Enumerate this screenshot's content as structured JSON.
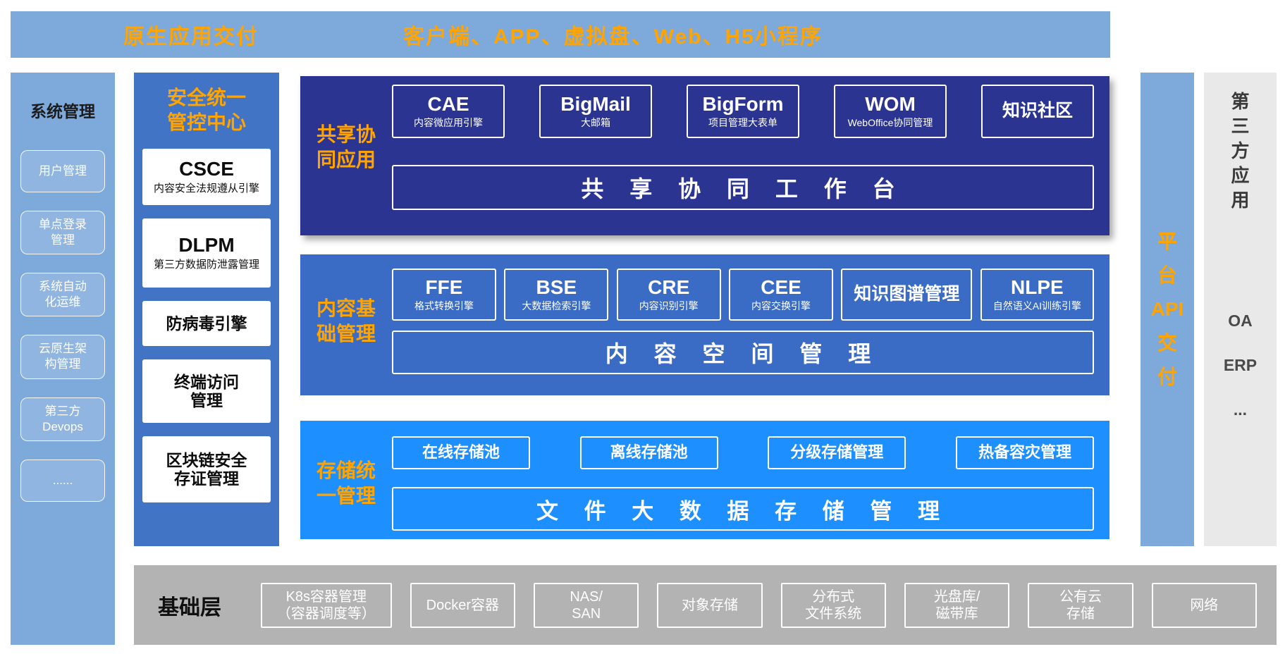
{
  "colors": {
    "light_blue": "#7EA9DB",
    "mid_blue": "#4274C5",
    "navy": "#2B3490",
    "panel_blue": "#3B6CC5",
    "bright_blue": "#1E8FFE",
    "orange": "#FFA400",
    "gray_panel": "#E9E9E9",
    "base_gray": "#B3B3B3"
  },
  "top_bar": {
    "left_label": "原生应用交付",
    "right_label": "客户端、APP、虚拟盘、Web、H5小程序"
  },
  "system_management": {
    "title": "系统管理",
    "items": [
      "用户管理",
      "单点登录\n管理",
      "系统自动\n化运维",
      "云原生架\n构管理",
      "第三方\nDevops",
      "......"
    ]
  },
  "security_center": {
    "title": "安全统一\n管控中心",
    "boxes": [
      {
        "title": "CSCE",
        "subtitle": "内容安全法规遵从引擎"
      },
      {
        "title": "DLPM",
        "subtitle": "第三方数据防泄露管理"
      },
      {
        "title": "防病毒引擎"
      },
      {
        "title": "终端访问\n管理"
      },
      {
        "title": "区块链安全\n存证管理"
      }
    ]
  },
  "layers": [
    {
      "label": "共享协\n同应用",
      "modules": [
        {
          "title": "CAE",
          "subtitle": "内容微应用引擎"
        },
        {
          "title": "BigMail",
          "subtitle": "大邮箱"
        },
        {
          "title": "BigForm",
          "subtitle": "项目管理大表单"
        },
        {
          "title": "WOM",
          "subtitle": "WebOffice协同管理"
        },
        {
          "title": "知识社区"
        }
      ],
      "workbench": "共 享 协 同 工 作 台"
    },
    {
      "label": "内容基\n础管理",
      "modules": [
        {
          "title": "FFE",
          "subtitle": "格式转换引擎"
        },
        {
          "title": "BSE",
          "subtitle": "大数据检索引擎"
        },
        {
          "title": "CRE",
          "subtitle": "内容识别引擎"
        },
        {
          "title": "CEE",
          "subtitle": "内容交换引擎"
        },
        {
          "title": "知识图谱管理"
        },
        {
          "title": "NLPE",
          "subtitle": "自然语义AI训练引擎"
        }
      ],
      "workbench": "内 容 空 间 管 理"
    },
    {
      "label": "存储统\n一管理",
      "modules": [
        {
          "title": "在线存储池"
        },
        {
          "title": "离线存储池"
        },
        {
          "title": "分级存储管理"
        },
        {
          "title": "热备容灾管理"
        }
      ],
      "workbench": "文 件 大 数 据 存 储 管 理"
    }
  ],
  "platform_api": {
    "label": "平台API交付",
    "chars": [
      "平",
      "台",
      "API",
      "交",
      "付"
    ]
  },
  "third_party": {
    "title": "第三方应用",
    "title_chars": [
      "第",
      "三",
      "方",
      "应",
      "用"
    ],
    "items": [
      "OA",
      "ERP",
      "..."
    ]
  },
  "base_layer": {
    "title": "基础层",
    "items": [
      "K8s容器管理\n（容器调度等）",
      "Docker容器",
      "NAS/\nSAN",
      "对象存储",
      "分布式\n文件系统",
      "光盘库/\n磁带库",
      "公有云\n存储",
      "网络"
    ]
  }
}
